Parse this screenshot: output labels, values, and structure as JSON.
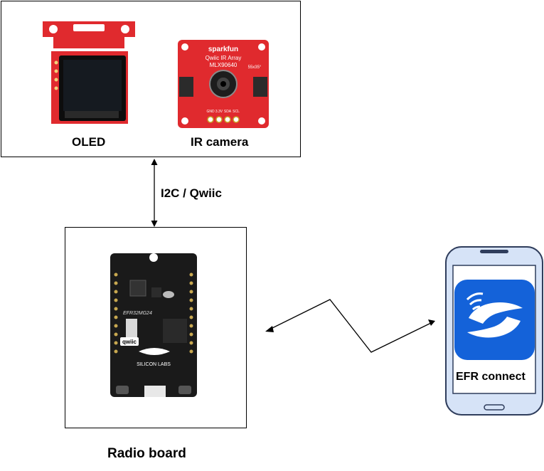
{
  "peripherals": {
    "oled_label": "OLED",
    "ir_camera_label": "IR camera",
    "ir_board_text": {
      "brand": "sparkfun",
      "line1": "Qwiic IR Array",
      "line2": "MLX90640",
      "fov": "55x35°",
      "pins": [
        "GND",
        "3.3V",
        "SDA",
        "SCL"
      ]
    }
  },
  "link_bus_label": "I2C / Qwiic",
  "radio_board": {
    "caption": "Radio board",
    "chip_text": "EFR32MG24",
    "connector_text": "qwiic",
    "brand_text": "SILICON LABS"
  },
  "phone": {
    "app_label": "EFR connect"
  },
  "colors": {
    "sparkfun_red": "#e02a2e",
    "board_black": "#1a1a1a",
    "app_blue": "#1462d9",
    "phone_frame": "#d6e3f7"
  }
}
